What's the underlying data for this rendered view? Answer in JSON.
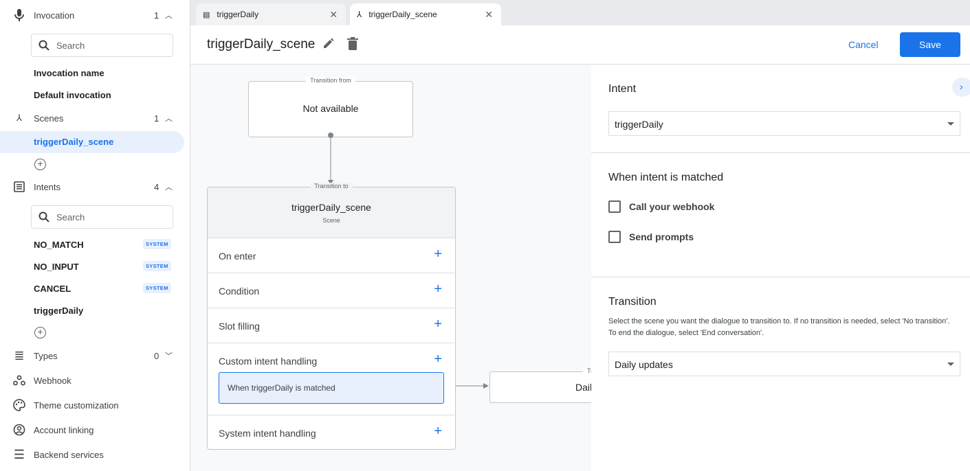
{
  "sidebar": {
    "invocation": {
      "label": "Invocation",
      "count": "1",
      "search_placeholder": "Search",
      "items": [
        "Invocation name",
        "Default invocation"
      ]
    },
    "scenes": {
      "label": "Scenes",
      "count": "1",
      "items": [
        "triggerDaily_scene"
      ]
    },
    "intents": {
      "label": "Intents",
      "count": "4",
      "search_placeholder": "Search",
      "items": [
        {
          "label": "NO_MATCH",
          "badge": "SYSTEM"
        },
        {
          "label": "NO_INPUT",
          "badge": "SYSTEM"
        },
        {
          "label": "CANCEL",
          "badge": "SYSTEM"
        },
        {
          "label": "triggerDaily"
        }
      ]
    },
    "types": {
      "label": "Types",
      "count": "0"
    },
    "nav": [
      "Webhook",
      "Theme customization",
      "Account linking",
      "Backend services"
    ]
  },
  "tabs": [
    {
      "label": "triggerDaily",
      "icon": "intent-icon"
    },
    {
      "label": "triggerDaily_scene",
      "icon": "scene-icon",
      "active": true
    }
  ],
  "header": {
    "title": "triggerDaily_scene",
    "cancel": "Cancel",
    "save": "Save"
  },
  "canvas": {
    "from": {
      "legend": "Transition from",
      "value": "Not available"
    },
    "scene": {
      "legend": "Transition to",
      "name": "triggerDaily_scene",
      "sub": "Scene",
      "rows": [
        "On enter",
        "Condition",
        "Slot filling",
        "Custom intent handling",
        "System intent handling"
      ],
      "handler": "When triggerDaily is matched"
    },
    "target": {
      "legend": "Tr",
      "value": "Dail"
    }
  },
  "panel": {
    "intent_label": "Intent",
    "intent_value": "triggerDaily",
    "matched_label": "When intent is matched",
    "checkboxes": [
      {
        "label": "Call your webhook",
        "checked": false
      },
      {
        "label": "Send prompts",
        "checked": false
      }
    ],
    "transition_label": "Transition",
    "transition_desc": "Select the scene you want the dialogue to transition to. If no transition is needed, select 'No transition'. To end the dialogue, select 'End conversation'.",
    "transition_value": "Daily updates"
  },
  "colors": {
    "accent": "#1a73e8",
    "selected_bg": "#e8f0fe"
  }
}
